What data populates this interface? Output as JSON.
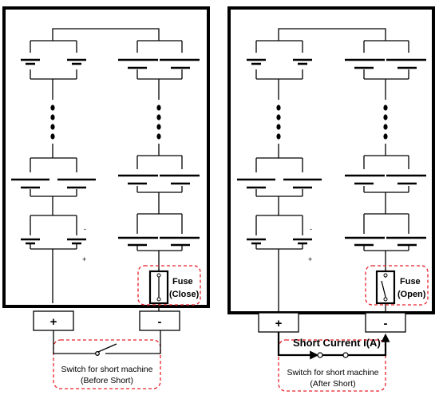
{
  "left_panel": {
    "fuse": {
      "label": "Fuse",
      "state": "(Close)"
    },
    "terminals": {
      "positive": "+",
      "negative": "-"
    },
    "polarity": {
      "minus": "-",
      "plus": "+"
    },
    "switch": {
      "line1": "Switch for short machine",
      "line2": "(Before Short)"
    }
  },
  "right_panel": {
    "fuse": {
      "label": "Fuse",
      "state": "(Open)"
    },
    "terminals": {
      "positive": "+",
      "negative": "-"
    },
    "polarity": {
      "minus": "-",
      "plus": "+"
    },
    "current": {
      "label": "Short Current I(A)"
    },
    "switch": {
      "line1": "Switch for short machine",
      "line2": "(After Short)"
    }
  },
  "colors": {
    "line": "#000000",
    "dashed_box": "#e8202a"
  }
}
